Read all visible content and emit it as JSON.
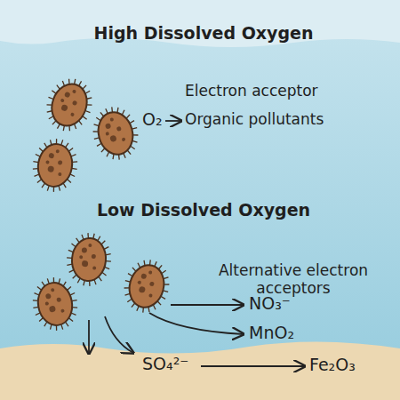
{
  "diagram": {
    "labels": [
      "High Dissolved Oxygen",
      "Electron acceptor",
      "O₂",
      "Organic pollutants",
      "Low Dissolved Oxygen",
      "Alternative electron acceptors",
      "NO₃⁻",
      "MnO₂",
      "SO₄²⁻",
      "Fe₂O₃"
    ]
  }
}
